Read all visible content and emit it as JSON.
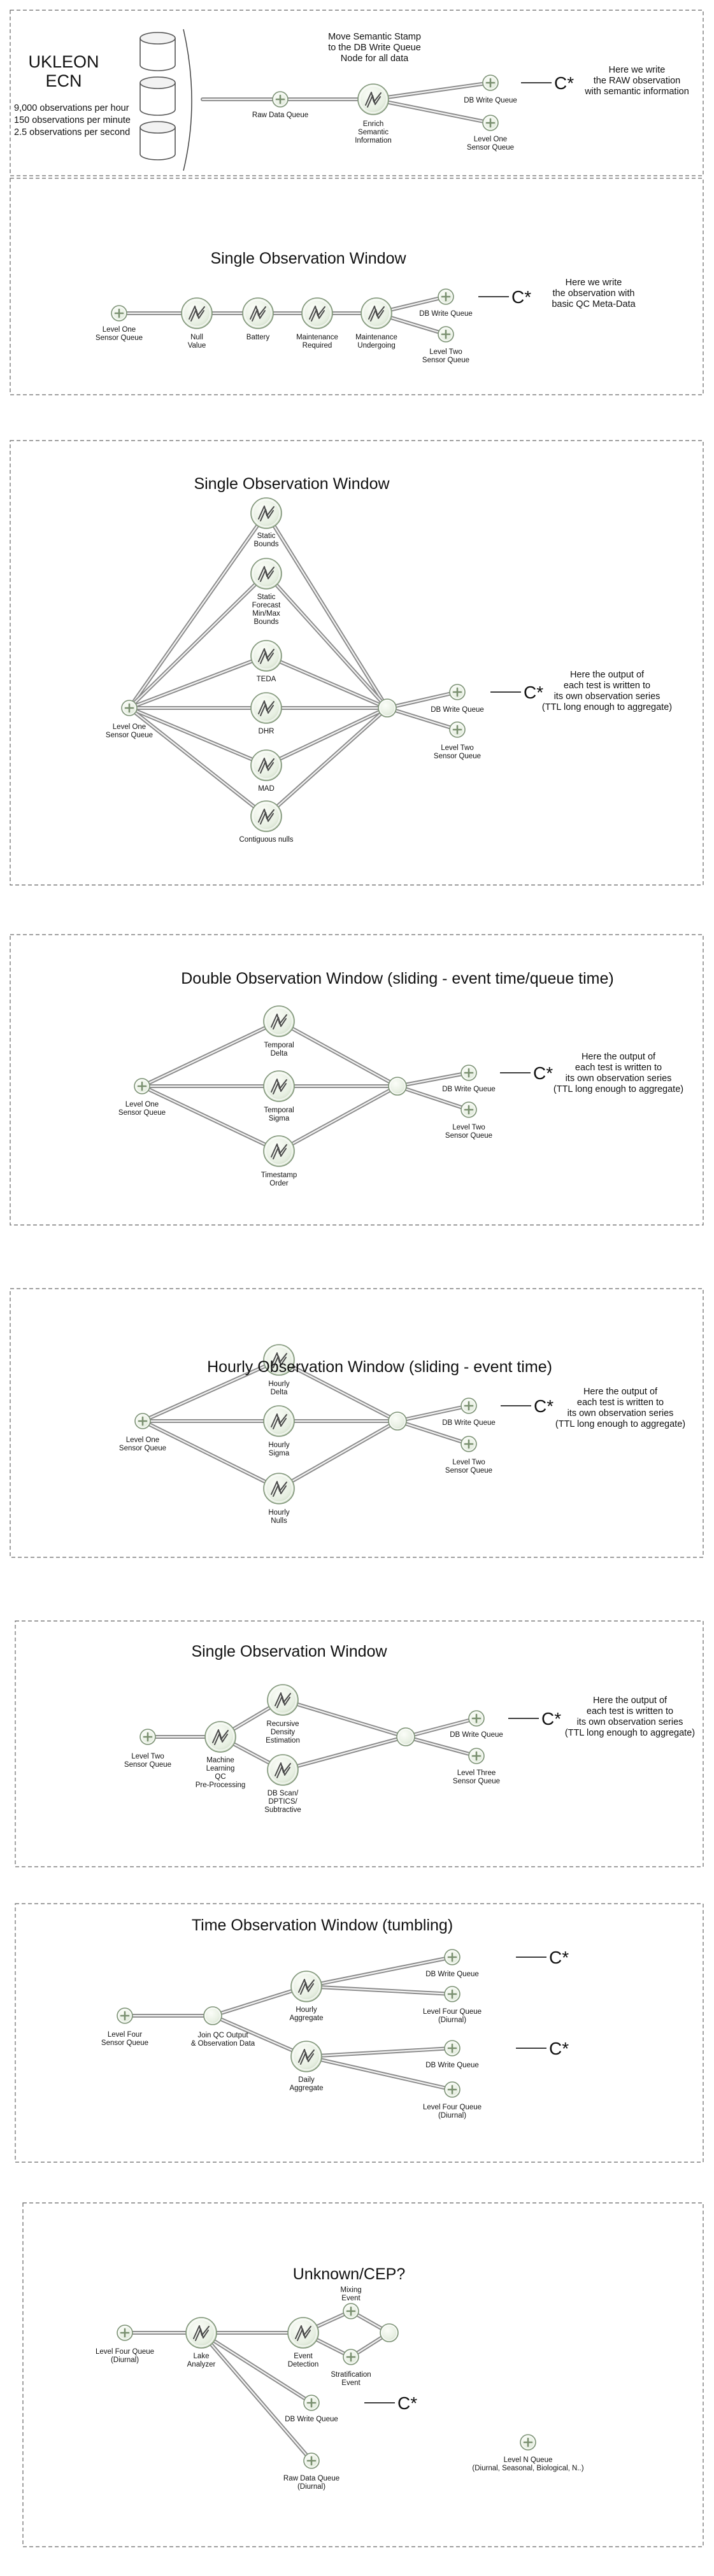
{
  "colors": {
    "node_fill_light": "#fbfdf8",
    "node_fill_dark": "#d9e5d2",
    "node_stroke": "#7f9478",
    "link": "#8a8a8a",
    "panel_border": "#666666"
  },
  "icons": {
    "queue": "plus-circle-icon",
    "processor": "zigzag-circle-icon",
    "join": "plain-circle-icon",
    "sink": "cassandra-c-star-icon",
    "source": "database-cylinder-icon"
  },
  "panels": [
    {
      "id": "panel-1",
      "title": "",
      "source": {
        "name": "UKLEON",
        "subname": "ECN",
        "rates": [
          "9,000 observations per hour",
          "150 observations per minute",
          "2.5 observations per second"
        ]
      },
      "nodes": [
        {
          "id": "rdq",
          "label": [
            "Raw Data Queue"
          ]
        },
        {
          "id": "enrich",
          "label": [
            "Enrich",
            "Semantic",
            "Information"
          ]
        },
        {
          "id": "dbw",
          "label": [
            "DB Write Queue"
          ]
        },
        {
          "id": "l1",
          "label": [
            "Level One",
            "Sensor Queue"
          ]
        }
      ],
      "notes": [
        {
          "id": "stamp",
          "lines": [
            "Move Semantic Stamp",
            "to the DB Write Queue",
            "Node for all data"
          ]
        },
        {
          "id": "raw",
          "lines": [
            "Here we write",
            "the RAW observation",
            "with semantic information"
          ]
        }
      ],
      "sink": "C*"
    },
    {
      "id": "panel-2",
      "title": "Single Observation Window",
      "nodes": [
        {
          "id": "l1",
          "label": [
            "Level One",
            "Sensor Queue"
          ]
        },
        {
          "id": "null",
          "label": [
            "Null",
            "Value"
          ]
        },
        {
          "id": "battery",
          "label": [
            "Battery"
          ]
        },
        {
          "id": "maintreq",
          "label": [
            "Maintenance",
            "Required"
          ]
        },
        {
          "id": "mainund",
          "label": [
            "Maintenance",
            "Undergoing"
          ]
        },
        {
          "id": "dbw",
          "label": [
            "DB Write Queue"
          ]
        },
        {
          "id": "l2",
          "label": [
            "Level Two",
            "Sensor Queue"
          ]
        }
      ],
      "notes": [
        {
          "id": "qc",
          "lines": [
            "Here we write",
            "the observation with",
            "basic QC Meta-Data"
          ]
        }
      ],
      "sink": "C*"
    },
    {
      "id": "panel-3",
      "title": "Single Observation Window",
      "nodes": [
        {
          "id": "l1",
          "label": [
            "Level One",
            "Sensor Queue"
          ]
        },
        {
          "id": "static",
          "label": [
            "Static",
            "Bounds"
          ]
        },
        {
          "id": "forecast",
          "label": [
            "Static",
            "Forecast",
            "Min/Max",
            "Bounds"
          ]
        },
        {
          "id": "teda",
          "label": [
            "TEDA"
          ]
        },
        {
          "id": "dhr",
          "label": [
            "DHR"
          ]
        },
        {
          "id": "mad",
          "label": [
            "MAD"
          ]
        },
        {
          "id": "contig",
          "label": [
            "Contiguous nulls"
          ]
        },
        {
          "id": "dbw",
          "label": [
            "DB Write Queue"
          ]
        },
        {
          "id": "l2",
          "label": [
            "Level Two",
            "Sensor Queue"
          ]
        }
      ],
      "notes": [
        {
          "id": "out",
          "lines": [
            "Here the output of",
            "each test is written to",
            "its own observation series",
            "(TTL long enough to aggregate)"
          ]
        }
      ],
      "sink": "C*"
    },
    {
      "id": "panel-4",
      "title": "Double Observation Window (sliding - event time/queue time)",
      "nodes": [
        {
          "id": "l1",
          "label": [
            "Level One",
            "Sensor Queue"
          ]
        },
        {
          "id": "tdelta",
          "label": [
            "Temporal",
            "Delta"
          ]
        },
        {
          "id": "tsigma",
          "label": [
            "Temporal",
            "Sigma"
          ]
        },
        {
          "id": "tsorder",
          "label": [
            "Timestamp",
            "Order"
          ]
        },
        {
          "id": "dbw",
          "label": [
            "DB Write Queue"
          ]
        },
        {
          "id": "l2",
          "label": [
            "Level Two",
            "Sensor Queue"
          ]
        }
      ],
      "notes": [
        {
          "id": "out",
          "lines": [
            "Here the output of",
            "each test is written to",
            "its own observation series",
            "(TTL long enough to aggregate)"
          ]
        }
      ],
      "sink": "C*"
    },
    {
      "id": "panel-5",
      "title": "Hourly Observation Window (sliding - event time)",
      "nodes": [
        {
          "id": "l1",
          "label": [
            "Level One",
            "Sensor Queue"
          ]
        },
        {
          "id": "hdelta",
          "label": [
            "Hourly",
            "Delta"
          ]
        },
        {
          "id": "hsigma",
          "label": [
            "Hourly",
            "Sigma"
          ]
        },
        {
          "id": "hnulls",
          "label": [
            "Hourly",
            "Nulls"
          ]
        },
        {
          "id": "dbw",
          "label": [
            "DB Write Queue"
          ]
        },
        {
          "id": "l2",
          "label": [
            "Level Two",
            "Sensor Queue"
          ]
        }
      ],
      "notes": [
        {
          "id": "out",
          "lines": [
            "Here the output of",
            "each test is written to",
            "its own observation series",
            "(TTL long enough to aggregate)"
          ]
        }
      ],
      "sink": "C*"
    },
    {
      "id": "panel-6",
      "title": "Single Observation Window",
      "nodes": [
        {
          "id": "l2",
          "label": [
            "Level Two",
            "Sensor Queue"
          ]
        },
        {
          "id": "mlqc",
          "label": [
            "Machine",
            "Learning",
            "QC",
            "Pre-Processing"
          ]
        },
        {
          "id": "rde",
          "label": [
            "Recursive",
            "Density",
            "Estimation"
          ]
        },
        {
          "id": "dbscan",
          "label": [
            "DB Scan/",
            "DPTICS/",
            "Subtractive"
          ]
        },
        {
          "id": "dbw",
          "label": [
            "DB Write Queue"
          ]
        },
        {
          "id": "l3",
          "label": [
            "Level Three",
            "Sensor Queue"
          ]
        }
      ],
      "notes": [
        {
          "id": "out",
          "lines": [
            "Here the output of",
            "each test is written to",
            "its own observation series",
            "(TTL long enough to aggregate)"
          ]
        }
      ],
      "sink": "C*"
    },
    {
      "id": "panel-7",
      "title": "Time Observation Window (tumbling)",
      "nodes": [
        {
          "id": "l4",
          "label": [
            "Level Four",
            "Sensor Queue"
          ]
        },
        {
          "id": "join",
          "label": [
            "Join QC Output",
            "& Observation Data"
          ]
        },
        {
          "id": "hagg",
          "label": [
            "Hourly",
            "Aggregate"
          ]
        },
        {
          "id": "dagg",
          "label": [
            "Daily",
            "Aggregate"
          ]
        },
        {
          "id": "dbw1",
          "label": [
            "DB Write Queue"
          ]
        },
        {
          "id": "l4d1",
          "label": [
            "Level Four Queue",
            "(Diurnal)"
          ]
        },
        {
          "id": "dbw2",
          "label": [
            "DB Write Queue"
          ]
        },
        {
          "id": "l4d2",
          "label": [
            "Level Four Queue",
            "(Diurnal)"
          ]
        }
      ],
      "notes": [],
      "sink": "C*"
    },
    {
      "id": "panel-8",
      "title": "Unknown/CEP?",
      "nodes": [
        {
          "id": "l4",
          "label": [
            "Level Four Queue",
            "(Diurnal)"
          ]
        },
        {
          "id": "lake",
          "label": [
            "Lake",
            "Analyzer"
          ]
        },
        {
          "id": "event",
          "label": [
            "Event",
            "Detection"
          ]
        },
        {
          "id": "mixing",
          "label": [
            "Mixing",
            "Event"
          ]
        },
        {
          "id": "strat",
          "label": [
            "Stratification",
            "Event"
          ]
        },
        {
          "id": "dbw",
          "label": [
            "DB Write Queue"
          ]
        },
        {
          "id": "rdq",
          "label": [
            "Raw Data Queue",
            "(Diurnal)"
          ]
        },
        {
          "id": "ln",
          "label": [
            "Level N Queue",
            "(Diurnal, Seasonal, Biological, N..)"
          ]
        }
      ],
      "notes": [],
      "sink": "C*"
    }
  ]
}
